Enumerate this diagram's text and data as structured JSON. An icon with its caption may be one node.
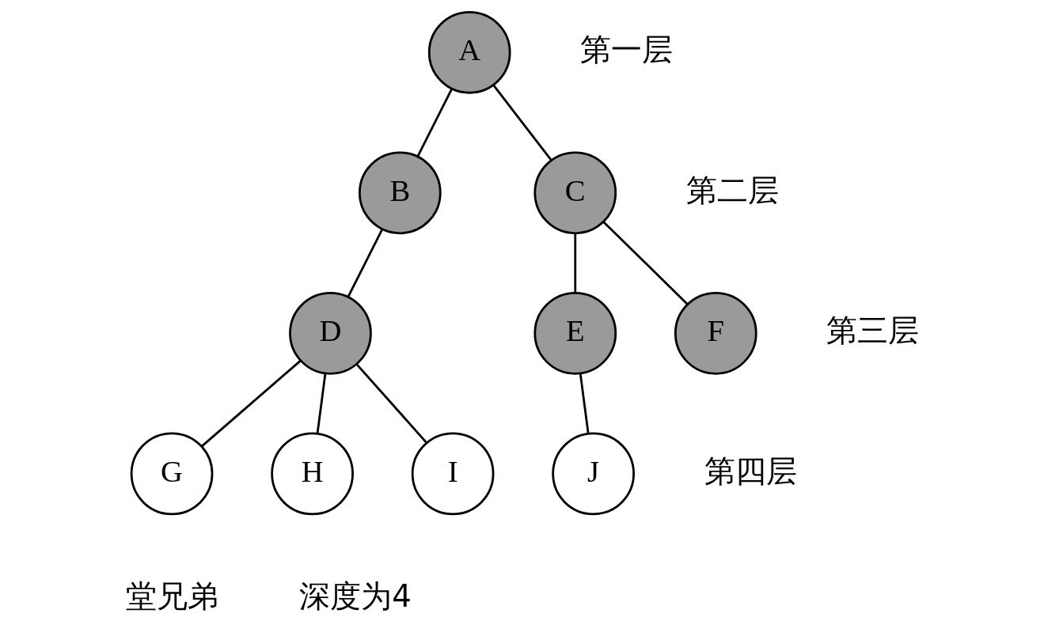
{
  "diagram": {
    "nodes": [
      {
        "text": [
          "A"
        ]
      },
      {
        "text": [
          "B"
        ]
      },
      {
        "text": [
          "C"
        ]
      },
      {
        "text": [
          "D"
        ]
      },
      {
        "text": [
          "E"
        ]
      },
      {
        "text": [
          "F"
        ]
      },
      {
        "text": [
          "G"
        ]
      },
      {
        "text": [
          "H"
        ]
      },
      {
        "text": [
          "I"
        ]
      },
      {
        "text": [
          "J"
        ]
      }
    ],
    "edges": [
      {
        "from": 0,
        "to": 1,
        "arrow": "none"
      },
      {
        "from": 0,
        "to": 2,
        "arrow": "none"
      },
      {
        "from": 1,
        "to": 3,
        "arrow": "none"
      },
      {
        "from": 2,
        "to": 4,
        "arrow": "none"
      },
      {
        "from": 2,
        "to": 5,
        "arrow": "none"
      },
      {
        "from": 3,
        "to": 6,
        "arrow": "none"
      },
      {
        "from": 3,
        "to": 7,
        "arrow": "none"
      },
      {
        "from": 3,
        "to": 8,
        "arrow": "none"
      },
      {
        "from": 4,
        "to": 9,
        "arrow": "none"
      }
    ],
    "labels": [
      "第一层",
      "第二层",
      "第三层",
      "第四层",
      "堂兄弟",
      "深度为4"
    ]
  }
}
